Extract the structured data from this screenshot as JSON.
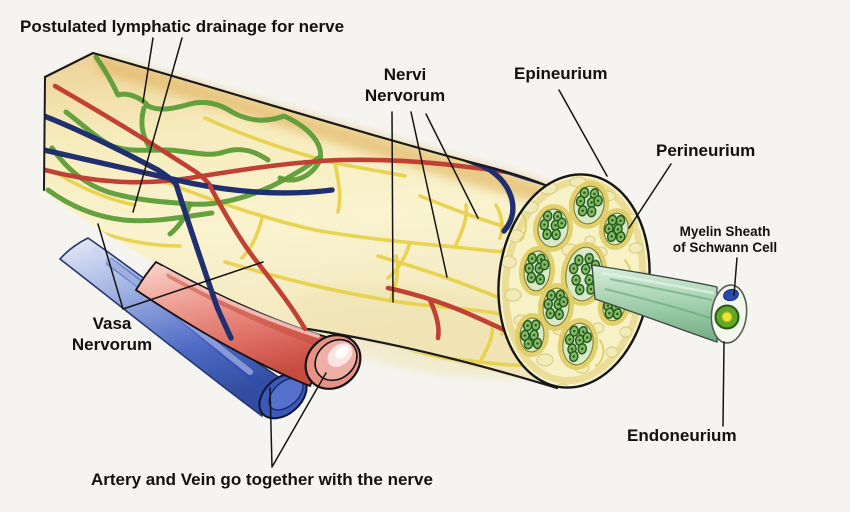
{
  "figure": {
    "type": "anatomical-illustration",
    "subject": "peripheral nerve structure"
  },
  "labels": {
    "lymphatic_drainage": "Postulated lymphatic drainage for nerve",
    "nervi_nervorum": [
      "Nervi",
      "Nervorum"
    ],
    "epineurium": "Epineurium",
    "perineurium": "Perineurium",
    "myelin_sheath": [
      "Myelin Sheath",
      "of Schwann Cell"
    ],
    "vasa_nervorum": [
      "Vasa",
      "Nervorum"
    ],
    "endoneurium": "Endoneurium",
    "artery_vein": "Artery and Vein go together with the nerve"
  },
  "colors": {
    "background": "#f5f4f0",
    "label_color": "#111111",
    "outline": "#1b1b1b",
    "nerve_trunk_cream": "#f8efc6",
    "trunk_shade_tan": "#e2b868",
    "lymphatic_green": "#5d9c38",
    "artery_red": "#c04034",
    "vein_navy": "#1f2f70",
    "nerve_fiber_yellow": "#e7d14b",
    "cut_face_cream": "#f7f1c6",
    "fascicle_fill": "#d8e9c9",
    "fascicle_rim_yellow": "#dfce66",
    "axon_green": "#86bb66",
    "tube_green": "#8fc79b",
    "myelin_green": "#5fa82a",
    "axon_core_yellow": "#ece42f",
    "schwann_blue": "#2b49ae",
    "artery_tube_red": "#db685c",
    "vein_tube_blue": "#4a67c4"
  }
}
